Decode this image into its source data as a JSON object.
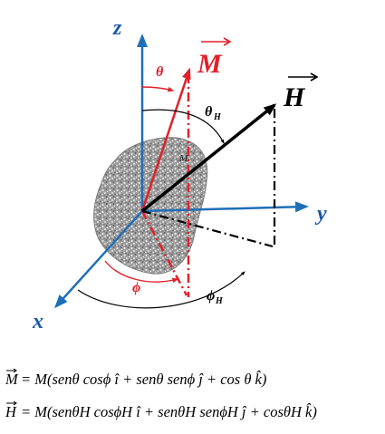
{
  "axes": {
    "z": "z",
    "y": "y",
    "x": "x"
  },
  "vectors": {
    "M": "M",
    "H": "H",
    "M_projection_label": "M"
  },
  "angles": {
    "theta": "θ",
    "theta_H": "θ",
    "theta_H_sub": "H",
    "phi": "ϕ",
    "phi_H": "ϕ",
    "phi_H_sub": "H"
  },
  "equations": {
    "M_lhs": "M",
    "M_rhs": "= M(senθ cosϕ î + senθ senϕ ĵ + cos θ k̂)",
    "H_lhs": "H",
    "H_rhs": "= M(senθH cosϕH î + senθH senϕH ĵ + cosθH k̂)"
  },
  "colors": {
    "axis_blue": "#1f6fb8",
    "axis_label_blue": "#1a5aa8",
    "M_red": "#e0202a",
    "H_black": "#000000",
    "particle_gray": "#9a9a9a"
  }
}
